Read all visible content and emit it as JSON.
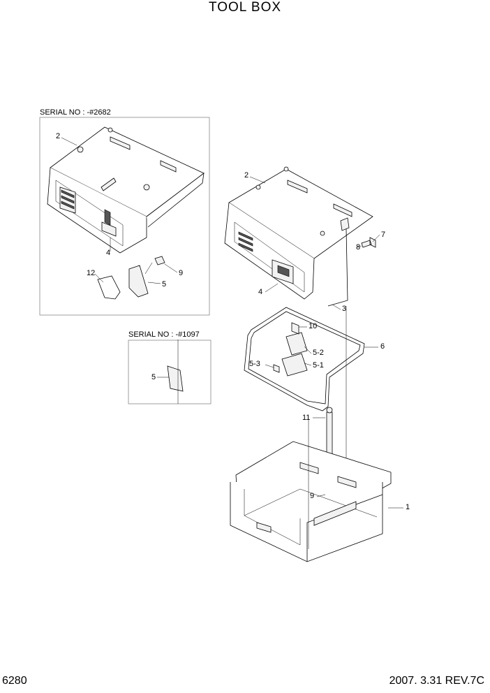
{
  "title": "TOOL BOX",
  "footer": {
    "page": "6280",
    "date_rev": "2007. 3.31  REV.7C"
  },
  "serials": {
    "upper": "SERIAL NO : -#2682",
    "lower": "SERIAL NO : -#1097"
  },
  "callouts": {
    "inset_2": "2",
    "inset_4": "4",
    "inset_12": "12",
    "inset_5": "5",
    "inset_9": "9",
    "small_5": "5",
    "main_2": "2",
    "main_7": "7",
    "main_8": "8",
    "main_4": "4",
    "main_3": "3",
    "main_10": "10",
    "main_6": "6",
    "main_5_2": "5-2",
    "main_5_3": "5-3",
    "main_5_1": "5-1",
    "main_11": "11",
    "main_9": "9",
    "main_1": "1"
  }
}
